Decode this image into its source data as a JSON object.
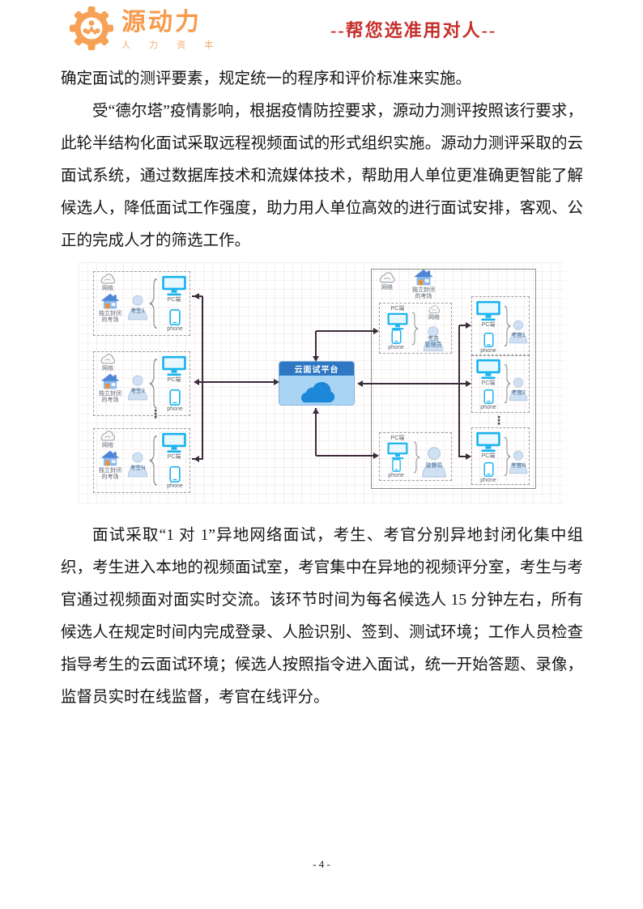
{
  "header": {
    "brand": {
      "name": "源动力",
      "subtitle": "人 力 资 本"
    },
    "slogan": "--帮您选准用对人--",
    "colors": {
      "brand_orange": "#f79a4b",
      "slogan_red": "#c5302c"
    }
  },
  "body": {
    "p1": "确定面试的测评要素，规定统一的程序和评价标准来实施。",
    "p2": "受“德尔塔”疫情影响，根据疫情防控要求，源动力测评按照该行要求，此轮半结构化面试采取远程视频面试的形式组织实施。源动力测评采取的云面试系统，通过数据库技术和流媒体技术，帮助用人单位更准确更智能了解候选人，降低面试工作强度，助力用人单位高效的进行面试安排，客观、公正的完成人才的筛选工作。",
    "p3": "面试采取“1 对 1”异地网络面试，考生、考官分别异地封闭化集中组织，考生进入本地的视频面试室，考官集中在异地的视频评分室，考生与考官通过视频面对面实时交流。该环节时间为每名候选人 15 分钟左右，所有候选人在规定时间内完成登录、人脸识别、签到、测试环境；工作人员检查指导考生的云面试环境；候选人按照指令进入面试，统一开始答题、录像，监督员实时在线监督，考官在线评分。"
  },
  "diagram": {
    "platform_title": "云面试平台",
    "labels": {
      "network": "网络",
      "room": "独立封闭\n的考场",
      "pc": "PC端",
      "phone": "phone",
      "ellipsis": "⋮"
    },
    "candidates": [
      "考生1",
      "考生2",
      "考生N"
    ],
    "examiners": [
      "考官1",
      "考官2",
      "考官N"
    ],
    "admin": "考务\n管理员",
    "supervisor": "监督员",
    "colors": {
      "platform_header": "#2e77c3",
      "platform_body": "#a9d4f4",
      "device_cyan": "#18b3ef",
      "connector": "#3c2b3c"
    }
  },
  "footer": {
    "page_number": "- 4 -"
  }
}
